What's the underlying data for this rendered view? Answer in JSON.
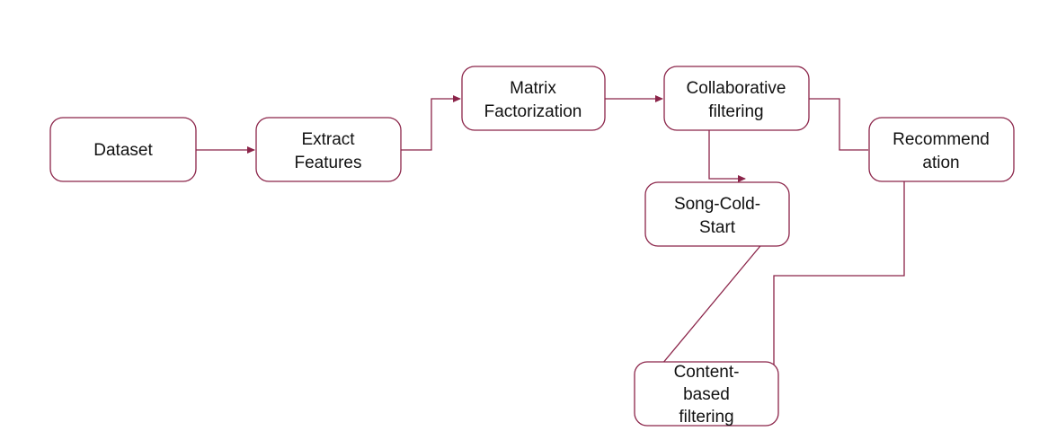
{
  "colors": {
    "stroke": "#8b2449",
    "text": "#111111",
    "background": "#ffffff"
  },
  "nodes": {
    "dataset": {
      "line1": "Dataset"
    },
    "extract_features": {
      "line1": "Extract",
      "line2": "Features"
    },
    "matrix_factorization": {
      "line1": "Matrix",
      "line2": "Factorization"
    },
    "collaborative_filtering": {
      "line1": "Collaborative",
      "line2": "filtering"
    },
    "recommendation": {
      "line1": "Recommend",
      "line2": "ation"
    },
    "song_cold_start": {
      "line1": "Song-Cold-",
      "line2": "Start"
    },
    "content_based_filtering": {
      "line1": "Content-",
      "line2": "based",
      "line3": "filtering"
    }
  }
}
